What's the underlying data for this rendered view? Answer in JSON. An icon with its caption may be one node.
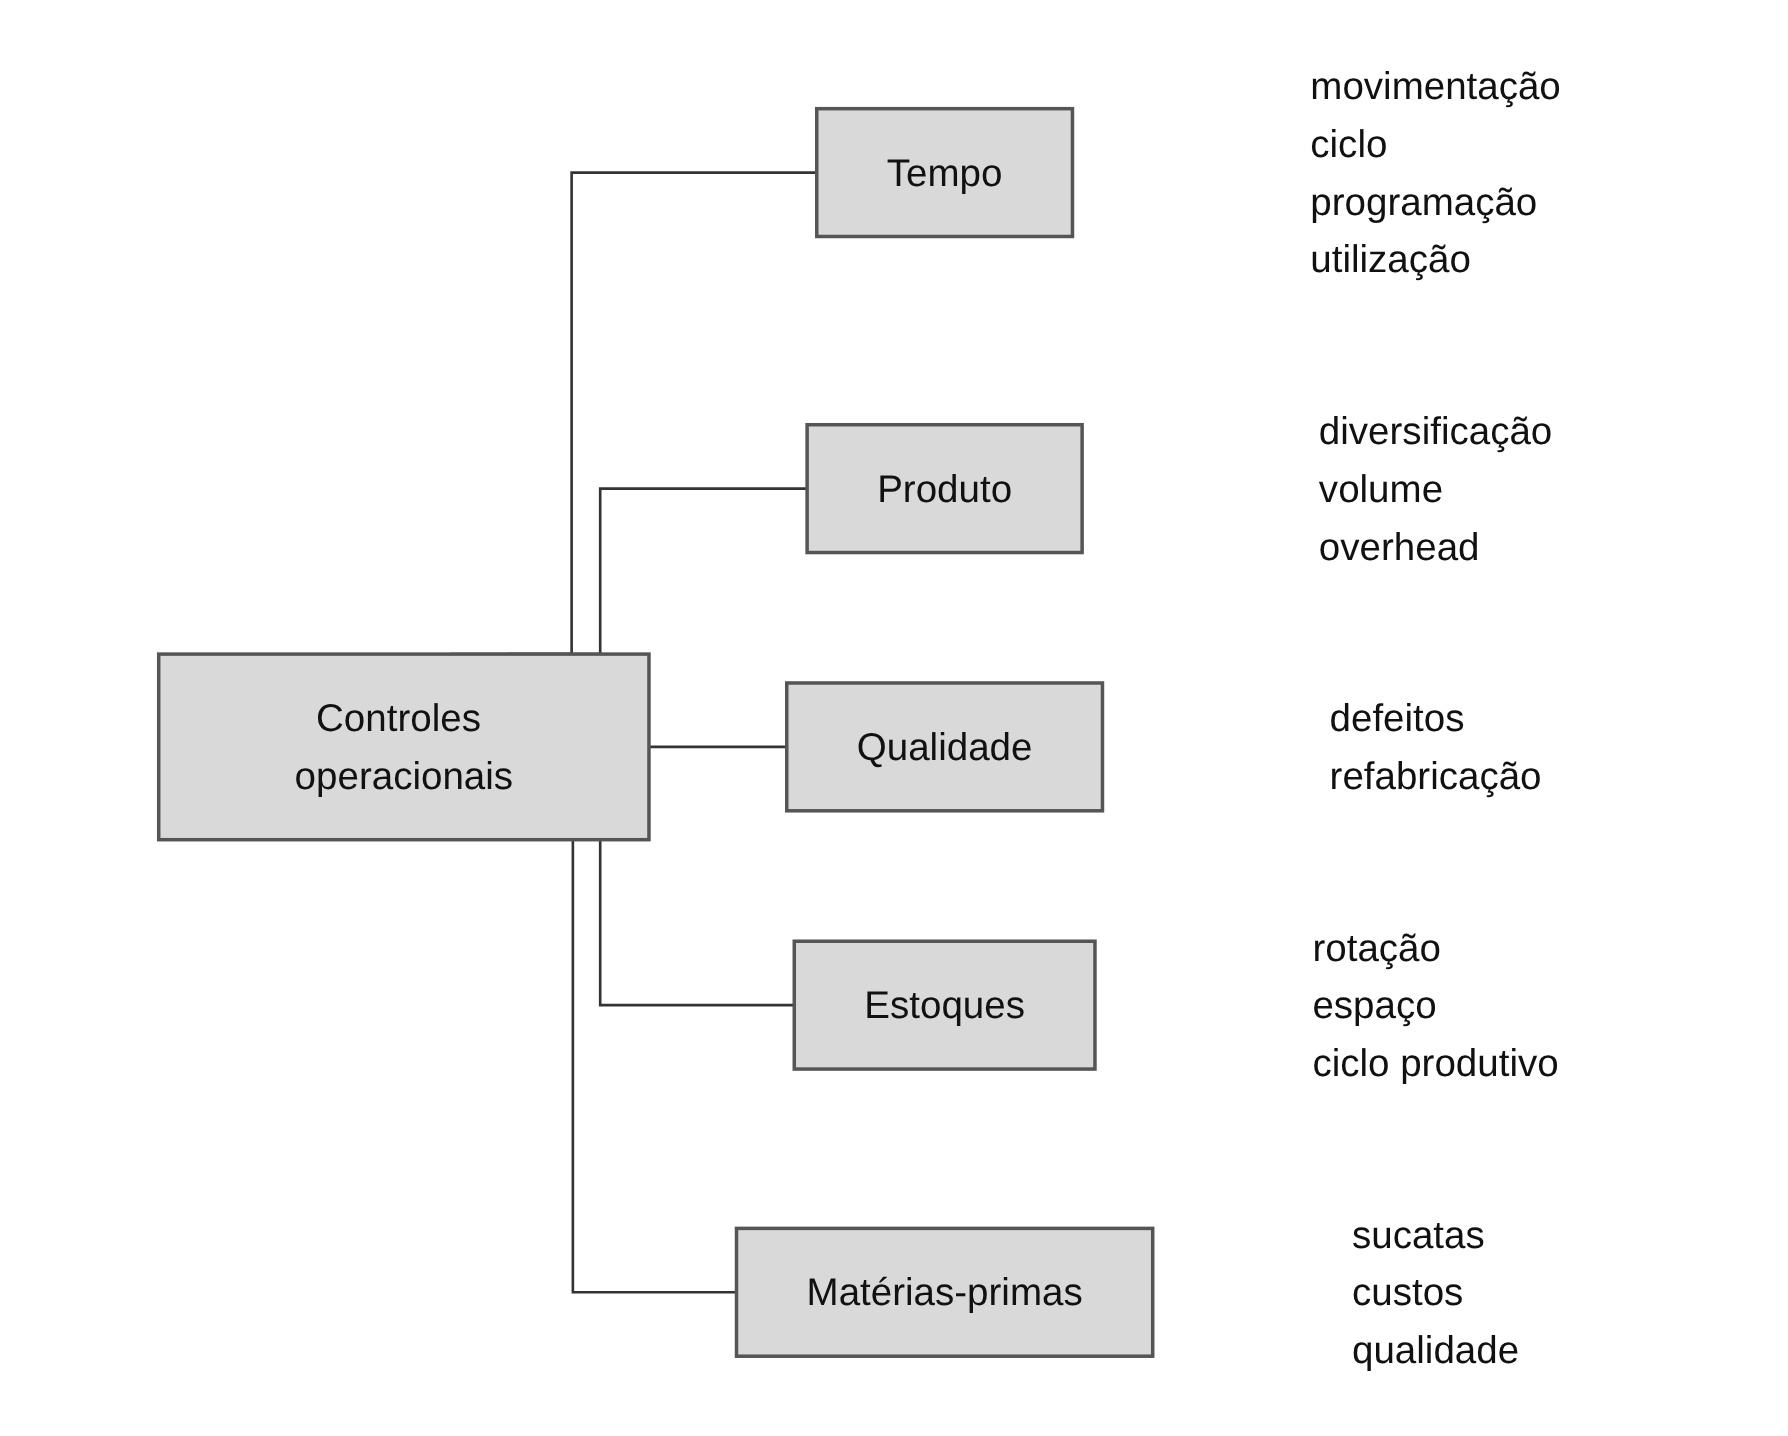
{
  "diagram": {
    "nodes": [
      {
        "text": [
          "Controles operacionais"
        ]
      },
      {
        "text": [
          "Tempo"
        ],
        "beside": [
          "movimentação",
          "ciclo",
          "programação",
          "utilização"
        ]
      },
      {
        "text": [
          "Produto"
        ],
        "beside": [
          "diversificação",
          "volume",
          "overhead"
        ]
      },
      {
        "text": [
          "Qualidade"
        ],
        "beside": [
          "defeitos",
          "refabricação"
        ]
      },
      {
        "text": [
          "Estoques"
        ],
        "beside": [
          "rotação",
          "espaço",
          "ciclo produtivo"
        ]
      },
      {
        "text": [
          "Matérias-primas"
        ],
        "beside": [
          "sucatas",
          "custos",
          "qualidade"
        ]
      }
    ],
    "edges": [
      {
        "from": 0,
        "to": 1,
        "arrow": "none"
      },
      {
        "from": 0,
        "to": 2,
        "arrow": "none"
      },
      {
        "from": 0,
        "to": 3,
        "arrow": "none"
      },
      {
        "from": 0,
        "to": 4,
        "arrow": "none"
      },
      {
        "from": 0,
        "to": 5,
        "arrow": "none"
      }
    ]
  }
}
